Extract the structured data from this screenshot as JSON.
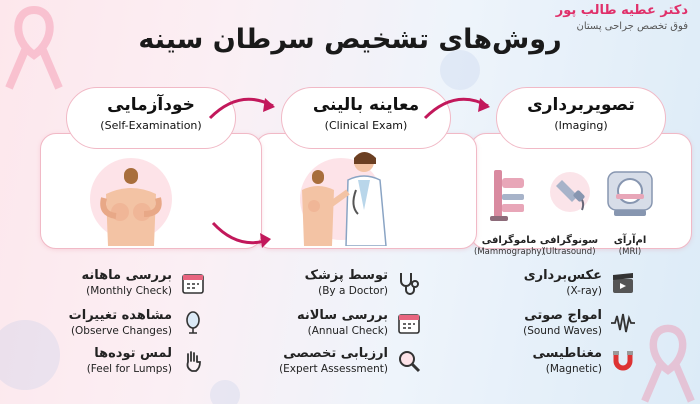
{
  "brand": {
    "name": "دکتر عطیه طالب پور",
    "subtitle": "فوق تخصص جراحی پستان"
  },
  "title": "روش‌های تشخیص سرطان سینه",
  "methods": [
    {
      "fa": "تصویربرداری",
      "en": "(Imaging)"
    },
    {
      "fa": "معاینه بالینی",
      "en": "(Clinical Exam)"
    },
    {
      "fa": "خودآزمایی",
      "en": "(Self-Examination)"
    }
  ],
  "imaging_modalities": [
    {
      "fa": "ام‌آرآی",
      "en": "(MRI)",
      "icon": "mri-scanner-icon"
    },
    {
      "fa": "سونوگرافی",
      "en": "(Ultrasound)",
      "icon": "ultrasound-probe-icon"
    },
    {
      "fa": "ماموگرافی",
      "en": "(Mammography)",
      "icon": "mammography-machine-icon"
    }
  ],
  "features": {
    "imaging": [
      {
        "fa": "عکس‌برداری",
        "en": "(X-ray)",
        "icon": "clapperboard-icon"
      },
      {
        "fa": "امواج صوتی",
        "en": "(Sound Waves)",
        "icon": "sound-wave-icon"
      },
      {
        "fa": "مغناطیسی",
        "en": "(Magnetic)",
        "icon": "magnet-icon"
      }
    ],
    "clinical": [
      {
        "fa": "توسط پزشک",
        "en": "(By a Doctor)",
        "icon": "stethoscope-icon"
      },
      {
        "fa": "بررسی سالانه",
        "en": "(Annual Check)",
        "icon": "calendar-icon"
      },
      {
        "fa": "ارزیابی تخصصی",
        "en": "(Expert Assessment)",
        "icon": "magnifier-icon"
      }
    ],
    "self": [
      {
        "fa": "بررسی ماهانه",
        "en": "(Monthly Check)",
        "icon": "calendar-icon"
      },
      {
        "fa": "مشاهده تغییرات",
        "en": "(Observe Changes)",
        "icon": "mirror-icon"
      },
      {
        "fa": "لمس توده‌ها",
        "en": "(Feel for Lumps)",
        "icon": "hand-icon"
      }
    ]
  },
  "colors": {
    "accent": "#e0306a",
    "card_border": "#f1b9c6",
    "arrow": "#c2185b"
  }
}
